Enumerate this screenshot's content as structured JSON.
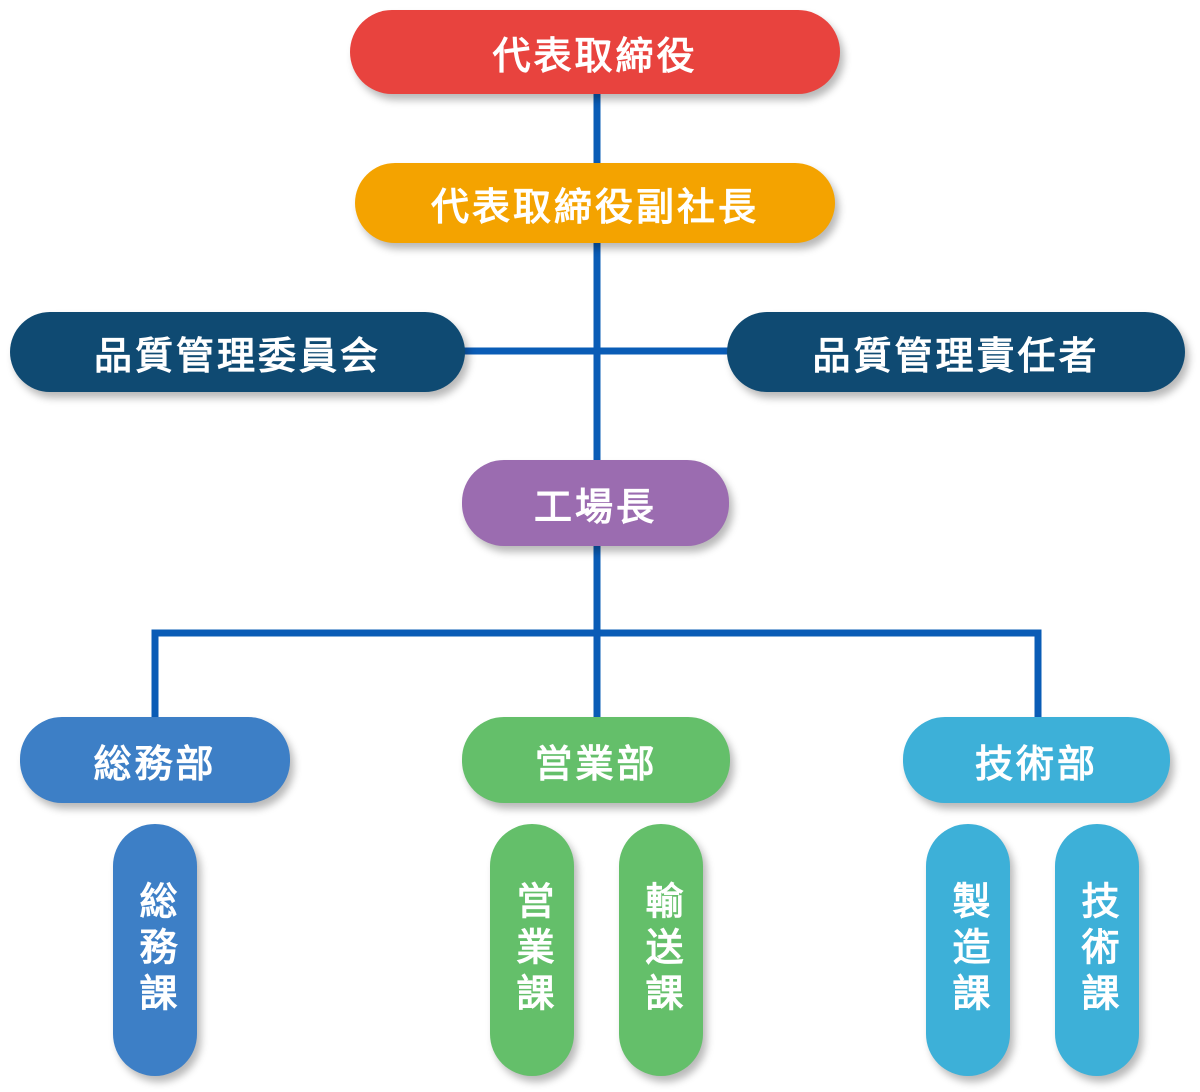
{
  "colors": {
    "line": "#0a5cb6",
    "ceo": "#e8433e",
    "vice_president": "#f4a300",
    "quality": "#0f4a72",
    "factory": "#9b6cb0",
    "general_affairs": "#3d7fc6",
    "sales": "#64bf6a",
    "technical": "#3db0d8"
  },
  "nodes": {
    "ceo": "代表取締役",
    "vice_president": "代表取締役副社長",
    "quality_committee": "品質管理委員会",
    "quality_manager": "品質管理責任者",
    "factory_manager": "工場長",
    "general_affairs_dept": "総務部",
    "sales_dept": "営業部",
    "technical_dept": "技術部",
    "general_affairs_section": "総務課",
    "sales_section": "営業課",
    "transport_section": "輸送課",
    "manufacturing_section": "製造課",
    "technical_section": "技術課"
  }
}
